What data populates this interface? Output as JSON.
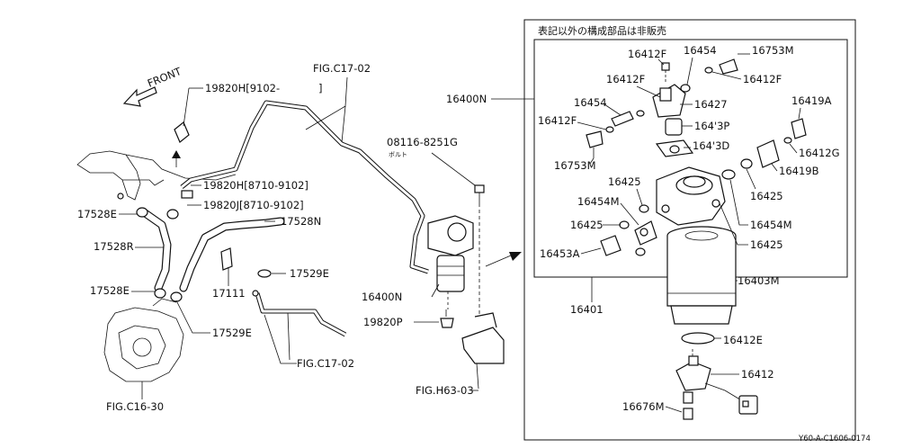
{
  "notice_jp": "表記以外の構成部品は非販売",
  "front_label": "FRONT",
  "diagram_code": "Y60-A-C1606-0174",
  "labels": {
    "p19820H_a": "19820H[9102-",
    "p19820H_a_end": "]",
    "fig_c17_02_top": "FIG.C17-02",
    "p19820H_b": "19820H[8710-9102]",
    "p19820J": "19820J[8710-9102]",
    "p17528E_top": "17528E",
    "p17528N": "17528N",
    "p17528R": "17528R",
    "p17529E_right": "17529E",
    "p17111": "17111",
    "p17528E_bot": "17528E",
    "p17529E_bot": "17529E",
    "fig_c17_02_bot": "FIG.C17-02",
    "fig_c16_30": "FIG.C16-30",
    "p08116": "08116-8251G",
    "bolt_jp": "ボルト",
    "p16400N_left": "16400N",
    "p19820P": "19820P",
    "fig_h63_03": "FIG.H63-03",
    "p16400N_top": "16400N",
    "p16412F_1": "16412F",
    "p16454_1": "16454",
    "p16753M_1": "16753M",
    "p16412F_2": "16412F",
    "p16412F_3": "16412F",
    "p16427": "16427",
    "p16454_2": "16454",
    "p16412F_4": "16412F",
    "p16413P": "164'3P",
    "p16413D": "164'3D",
    "p16753M_2": "16753M",
    "p16419A": "16419A",
    "p16412G": "16412G",
    "p16419B": "16419B",
    "p16425_1": "16425",
    "p16454M_1": "16454M",
    "p16425_2": "16425",
    "p16425_3": "16425",
    "p16454M_2": "16454M",
    "p16425_4": "16425",
    "p16453A": "16453A",
    "p16403M": "16403M",
    "p16401": "16401",
    "p16412E": "16412E",
    "p16412": "16412",
    "p16676M": "16676M"
  }
}
